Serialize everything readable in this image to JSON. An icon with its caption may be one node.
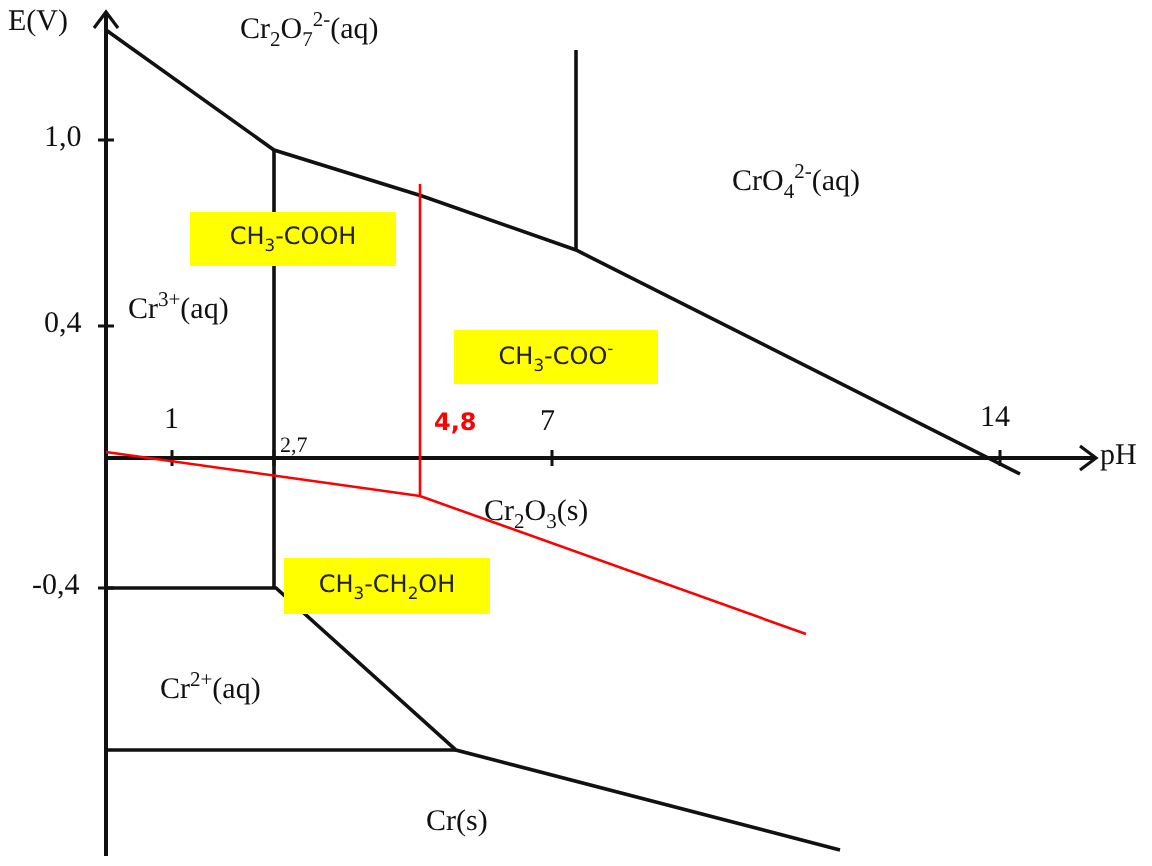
{
  "diagram": {
    "nodes": [
      {
        "text": [
          "CH$_{3}$-COOH"
        ]
      },
      {
        "text": [
          "CH$_{3}$-COO$^{-}$"
        ]
      },
      {
        "text": [
          "CH$_{3}$-CH$_{2}$OH"
        ]
      }
    ],
    "labels": [
      "E(V)",
      "Cr$_{2}$O$_{7}$$^{2-}$(aq)",
      "1,0",
      "CrO$_{4}$$^{2-}$(aq)",
      "Cr$^{3+}$(aq)",
      "0,4",
      "1",
      "4,8",
      "7",
      "14",
      "2,7",
      "pH",
      "Cr$_{2}$O$_{3}$(s)",
      "-0,4",
      "Cr$^{2+}$(aq)",
      "Cr(s)"
    ]
  }
}
